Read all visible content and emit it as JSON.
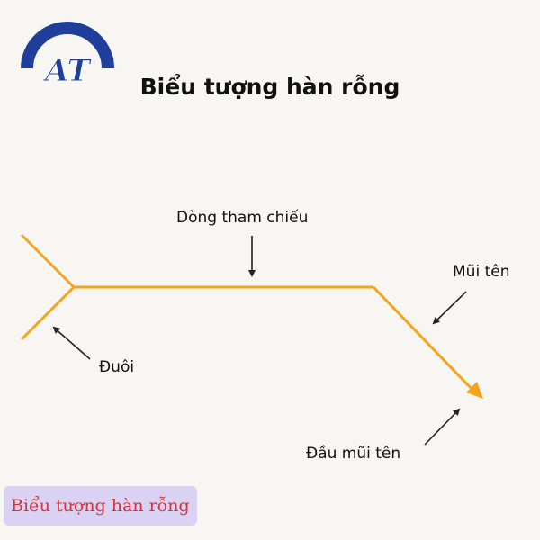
{
  "logo": {
    "text": "AT",
    "icon": "gear-logo",
    "color": "#1f3f9a"
  },
  "title": "Biểu tượng hàn rỗng",
  "diagram": {
    "line_color": "#f2a51a",
    "pointer_color": "#222222",
    "labels": {
      "reference_line": "Dòng tham chiếu",
      "arrow": "Mũi tên",
      "tail": "Đuôi",
      "arrow_head": "Đầu mũi tên"
    }
  },
  "footer": {
    "label": "Biểu tượng hàn rỗng",
    "badge_color": "#d9d2f3",
    "text_color": "#d8303a"
  }
}
